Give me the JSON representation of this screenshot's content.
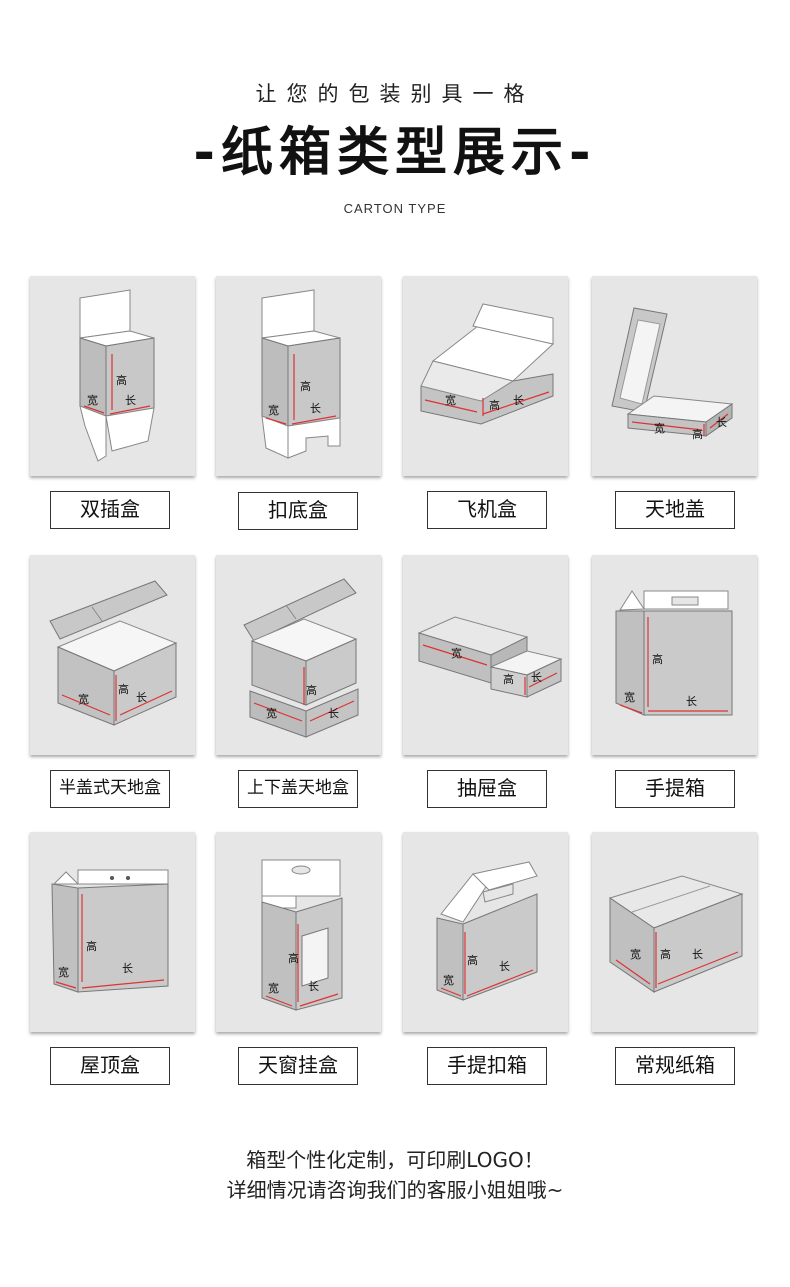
{
  "header": {
    "subtitle": "让您的包装别具一格",
    "title": "-纸箱类型展示-",
    "english": "CARTON TYPE"
  },
  "dims": {
    "width": "宽",
    "height": "高",
    "length": "长"
  },
  "boxes": [
    {
      "label": "双插盒",
      "icon": "double-tuck-box-icon"
    },
    {
      "label": "扣底盒",
      "icon": "lock-bottom-box-icon"
    },
    {
      "label": "飞机盒",
      "icon": "mailer-box-icon"
    },
    {
      "label": "天地盖",
      "icon": "lid-base-box-icon"
    },
    {
      "label": "半盖式天地盒",
      "icon": "half-lid-box-icon"
    },
    {
      "label": "上下盖天地盒",
      "icon": "top-bottom-lid-box-icon"
    },
    {
      "label": "抽屉盒",
      "icon": "drawer-box-icon"
    },
    {
      "label": "手提箱",
      "icon": "handle-carton-icon"
    },
    {
      "label": "屋顶盒",
      "icon": "gable-box-icon"
    },
    {
      "label": "天窗挂盒",
      "icon": "window-hanger-box-icon"
    },
    {
      "label": "手提扣箱",
      "icon": "handle-lock-box-icon"
    },
    {
      "label": "常规纸箱",
      "icon": "regular-carton-icon"
    }
  ],
  "footer": {
    "line1": "箱型个性化定制，可印刷LOGO！",
    "line2": "详细情况请咨询我们的客服小姐姐哦~"
  }
}
